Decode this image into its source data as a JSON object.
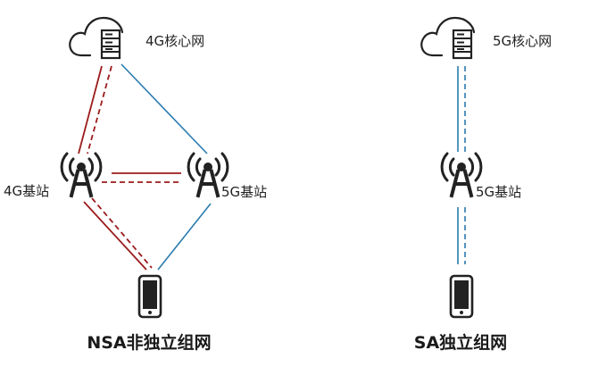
{
  "colors": {
    "lte_link": "#9b1b1b",
    "nr_link": "#2a7bb0",
    "icon": "#222222",
    "text": "#222222"
  },
  "icons": {
    "core": "cloud-server-icon",
    "base_station": "radio-tower-icon",
    "terminal": "smartphone-icon"
  },
  "nsa": {
    "core_label": "4G核心网",
    "bs4g_label": "4G基站",
    "bs5g_label": "5G基站",
    "title": "NSA非独立组网"
  },
  "sa": {
    "core_label": "5G核心网",
    "bs5g_label": "5G基站",
    "title": "SA独立组网"
  }
}
